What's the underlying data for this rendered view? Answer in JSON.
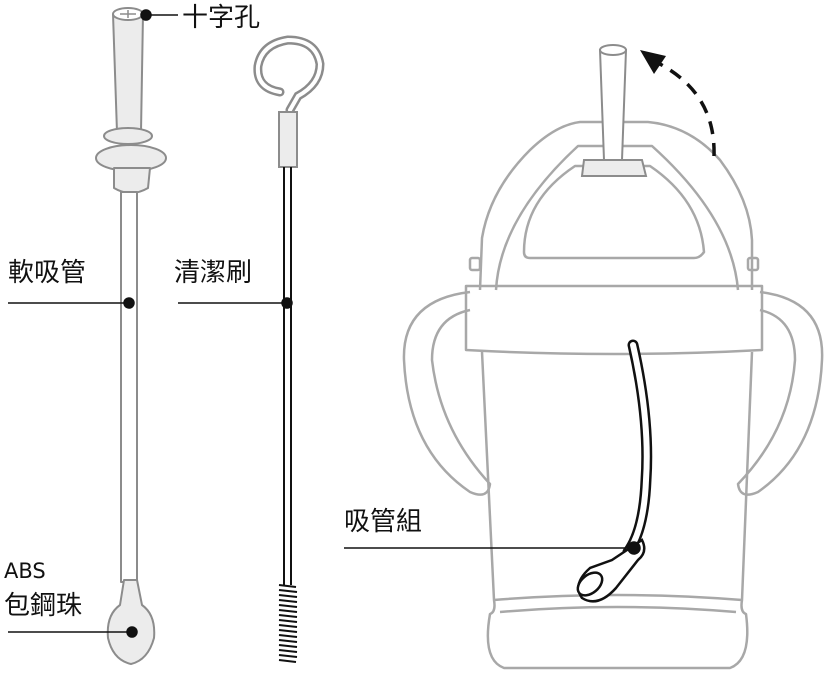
{
  "labels": {
    "cross_hole": "十字孔",
    "soft_straw": "軟吸管",
    "cleaning_brush": "清潔刷",
    "straw_set": "吸管組",
    "abs": "ABS",
    "steel_ball": "包鋼珠"
  },
  "colors": {
    "ink": "#111111",
    "part_outline": "#8c8c8c",
    "part_fill": "#ececec",
    "cup_outline": "#a8a8a8"
  }
}
